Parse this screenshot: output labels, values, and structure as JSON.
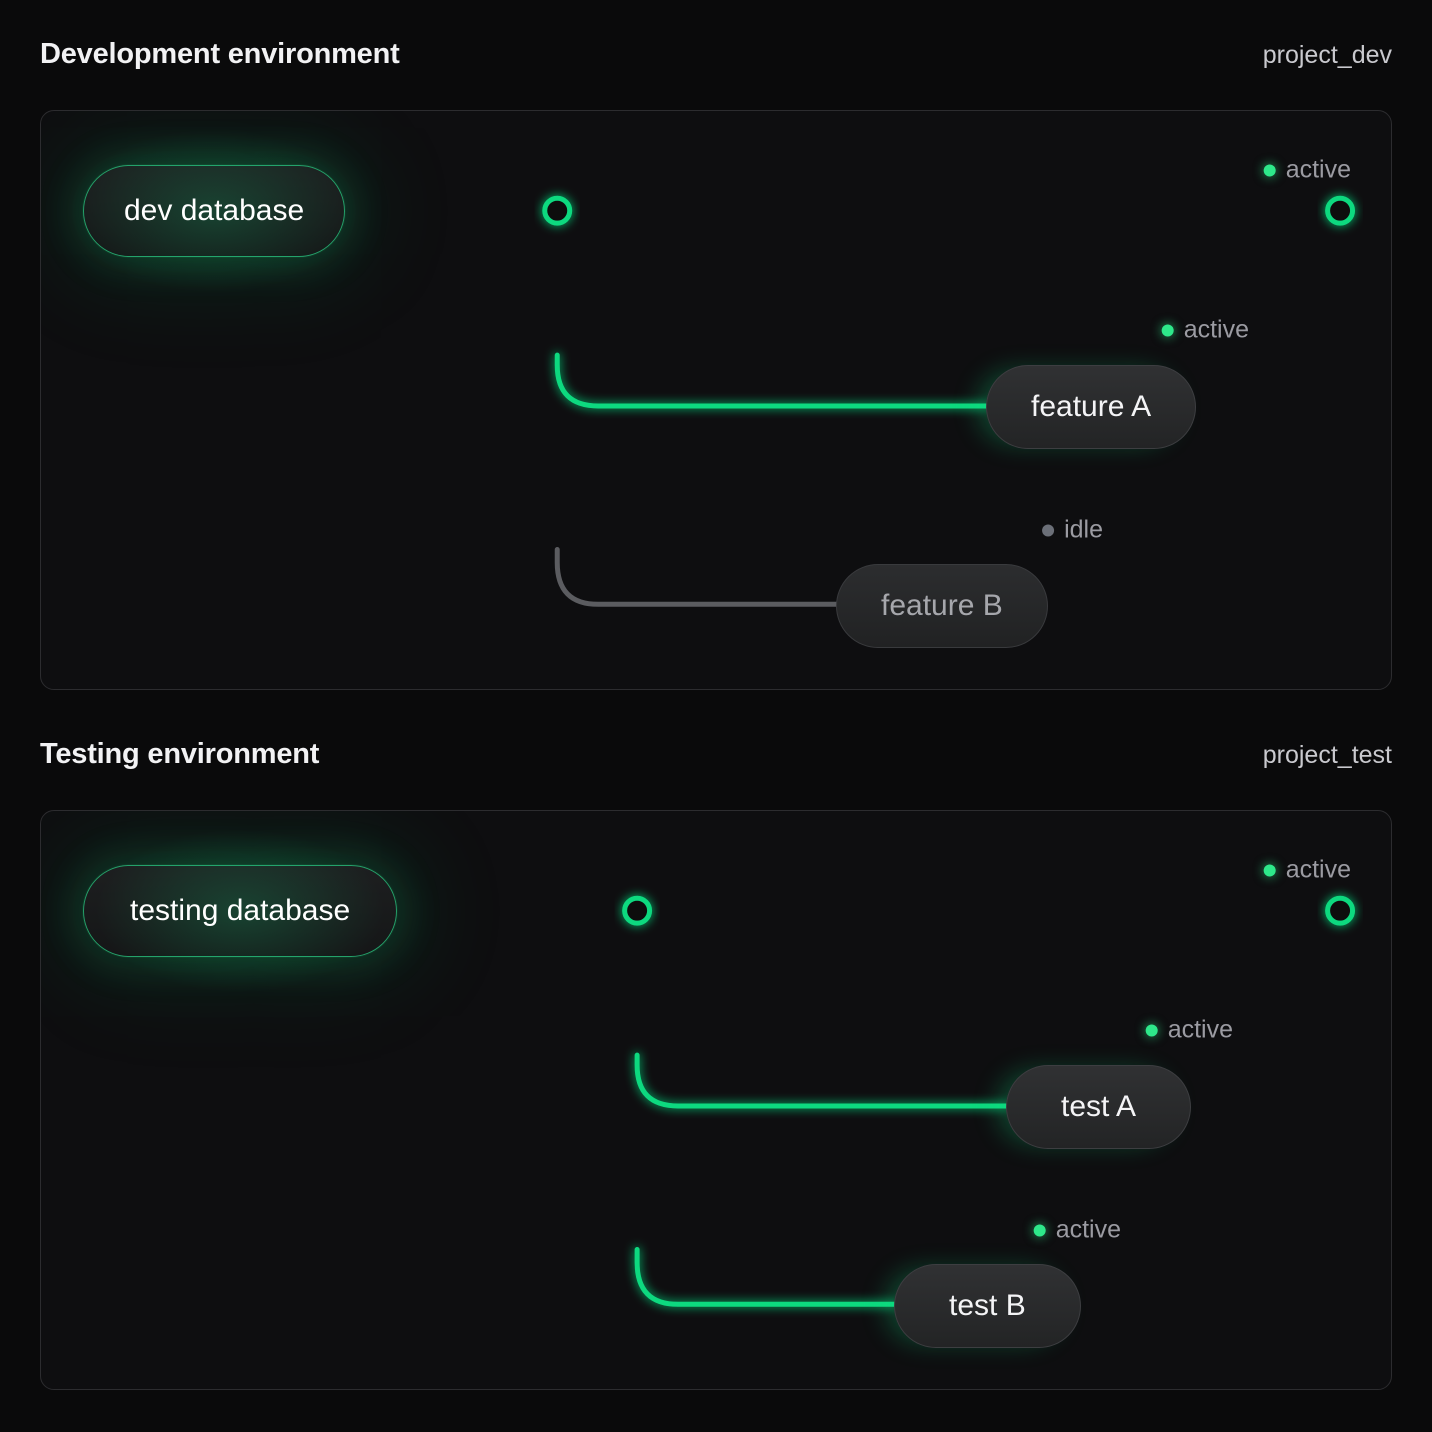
{
  "theme": {
    "page_bg": "#0a0a0b",
    "panel_bg": "#0e0e10",
    "panel_border": "#2c2c2f",
    "accent_active": "#0fd97f",
    "dot_active": "#2ee88a",
    "dot_idle": "#6b6f78",
    "wire_idle": "#5b5c60",
    "text_primary": "#f2f2f4",
    "text_muted": "#9b9ba2"
  },
  "sections": [
    {
      "id": "development",
      "title": "Development environment",
      "project": "project_dev",
      "source": {
        "label": "dev database",
        "state": "active"
      },
      "trunk_status": {
        "label": "active",
        "state": "active"
      },
      "branches": [
        {
          "label": "feature A",
          "state": "active",
          "status_label": "active"
        },
        {
          "label": "feature B",
          "state": "idle",
          "status_label": "idle"
        }
      ]
    },
    {
      "id": "testing",
      "title": "Testing environment",
      "project": "project_test",
      "source": {
        "label": "testing database",
        "state": "active"
      },
      "trunk_status": {
        "label": "active",
        "state": "active"
      },
      "branches": [
        {
          "label": "test A",
          "state": "active",
          "status_label": "active"
        },
        {
          "label": "test B",
          "state": "active",
          "status_label": "active"
        }
      ]
    }
  ]
}
